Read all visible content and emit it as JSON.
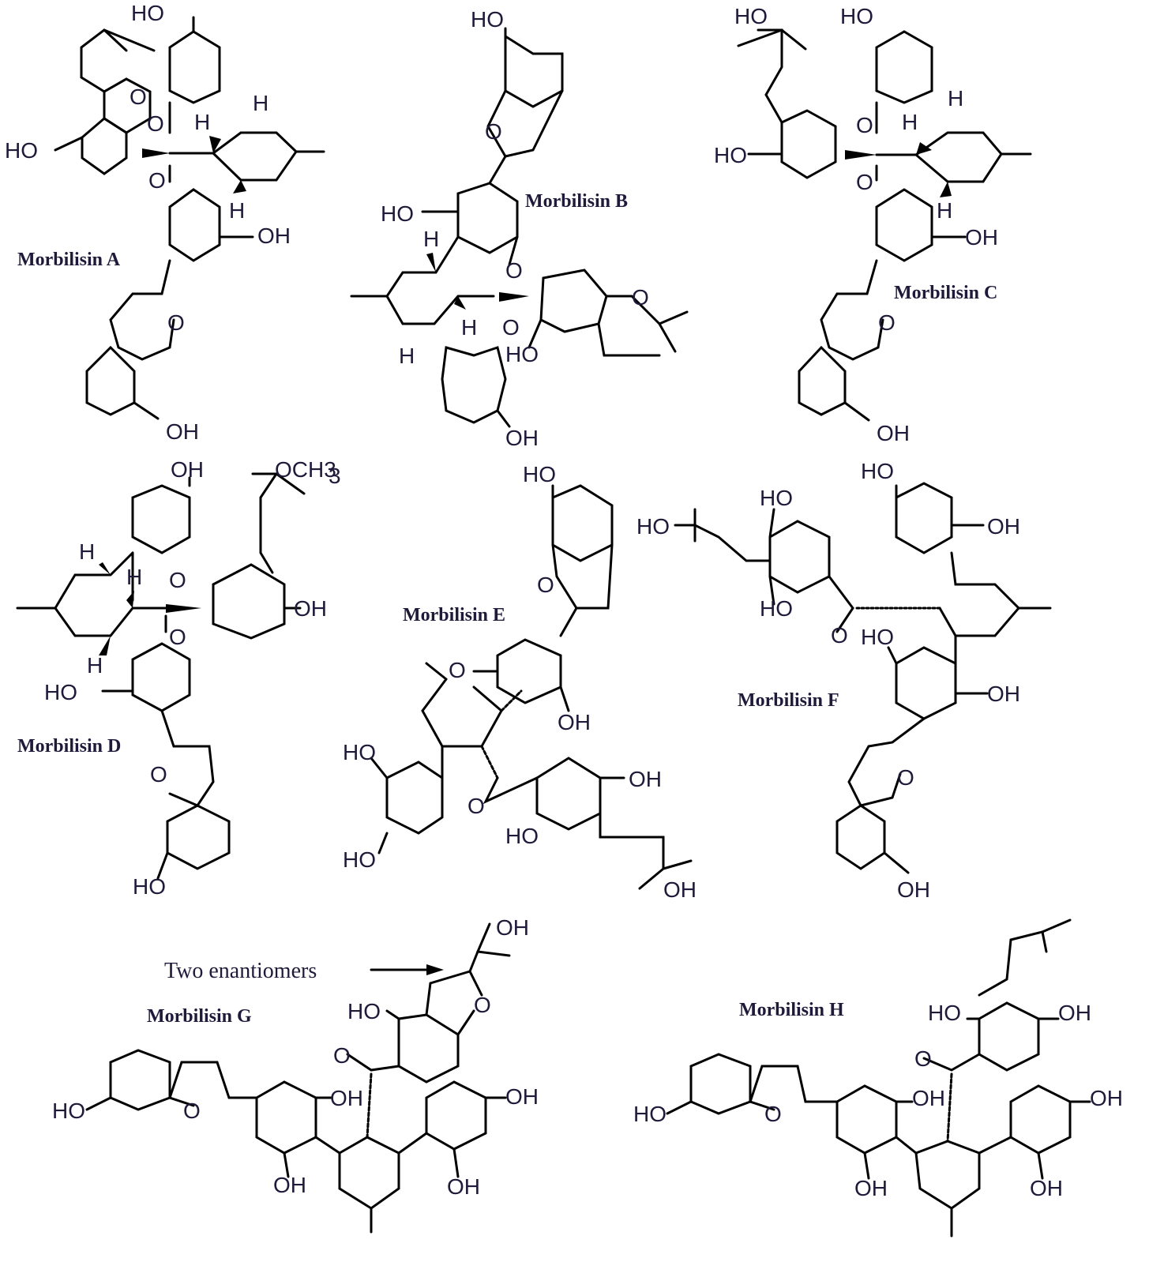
{
  "structures": [
    {
      "label": "Morbilisin A",
      "atoms": [
        "HO",
        "O",
        "H",
        "O",
        "H",
        "HO",
        "O",
        "H",
        "OH",
        "O",
        "OH"
      ]
    },
    {
      "label": "Morbilisin B",
      "atoms": [
        "HO",
        "O",
        "HO",
        "H",
        "O",
        "O",
        "H",
        "O",
        "H",
        "HO",
        "OH"
      ]
    },
    {
      "label": "Morbilisin C",
      "atoms": [
        "HO",
        "HO",
        "H",
        "O",
        "H",
        "HO",
        "O",
        "H",
        "OH",
        "O",
        "OH"
      ]
    },
    {
      "label": "Morbilisin D",
      "atoms": [
        "OH",
        "OCH3",
        "H",
        "H",
        "O",
        "OH",
        "O",
        "H",
        "HO",
        "O",
        "HO"
      ]
    },
    {
      "label": "Morbilisin E",
      "atoms": [
        "HO",
        "O",
        "O",
        "OH",
        "HO",
        "O",
        "OH",
        "HO",
        "HO",
        "OH"
      ]
    },
    {
      "label": "Morbilisin F",
      "atoms": [
        "HO",
        "HO",
        "HO",
        "OH",
        "HO",
        "O",
        "HO",
        "OH",
        "O",
        "OH"
      ]
    },
    {
      "label": "Morbilisin G",
      "atoms": [
        "OH",
        "HO",
        "O",
        "O",
        "HO",
        "O",
        "OH",
        "OH",
        "OH",
        "OH"
      ]
    },
    {
      "label": "Morbilisin H",
      "atoms": [
        "HO",
        "OH",
        "O",
        "HO",
        "O",
        "OH",
        "OH",
        "OH",
        "OH"
      ]
    }
  ],
  "annotation": "Two enantiomers",
  "subscript": "3"
}
